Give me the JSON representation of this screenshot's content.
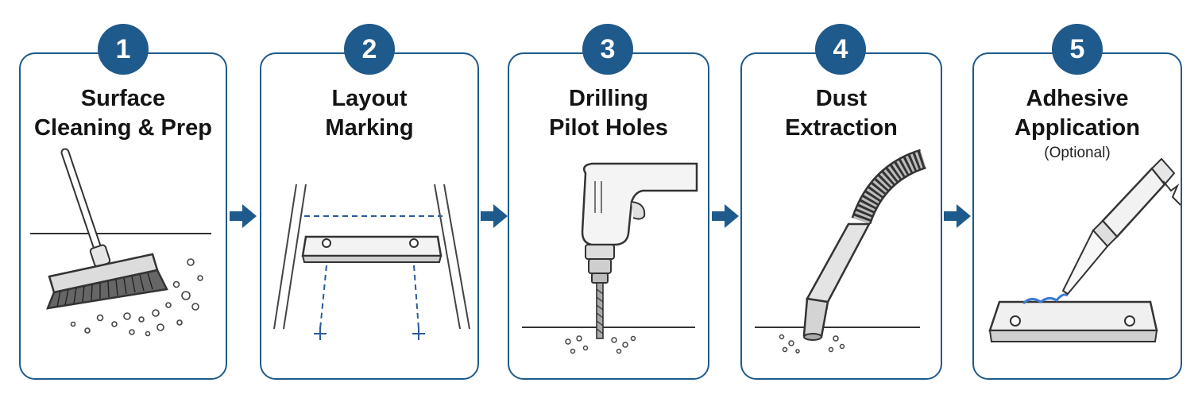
{
  "steps": [
    {
      "number": "1",
      "title_line1": "Surface",
      "title_line2": "Cleaning & Prep"
    },
    {
      "number": "2",
      "title_line1": "Layout",
      "title_line2": "Marking"
    },
    {
      "number": "3",
      "title_line1": "Drilling",
      "title_line2": "Pilot Holes"
    },
    {
      "number": "4",
      "title_line1": "Dust",
      "title_line2": "Extraction"
    },
    {
      "number": "5",
      "title_line1": "Adhesive",
      "title_line2": "Application",
      "subtitle": "(Optional)"
    }
  ],
  "colors": {
    "accent": "#1f5a8c",
    "line": "#2a2a2a",
    "guide_blue": "#2a5b9a",
    "glue_blue": "#3a7bd5"
  },
  "icons": [
    "broom-icon",
    "mounting-plate-icon",
    "power-drill-icon",
    "vacuum-hose-icon",
    "caulk-gun-icon",
    "right-arrow-icon"
  ]
}
